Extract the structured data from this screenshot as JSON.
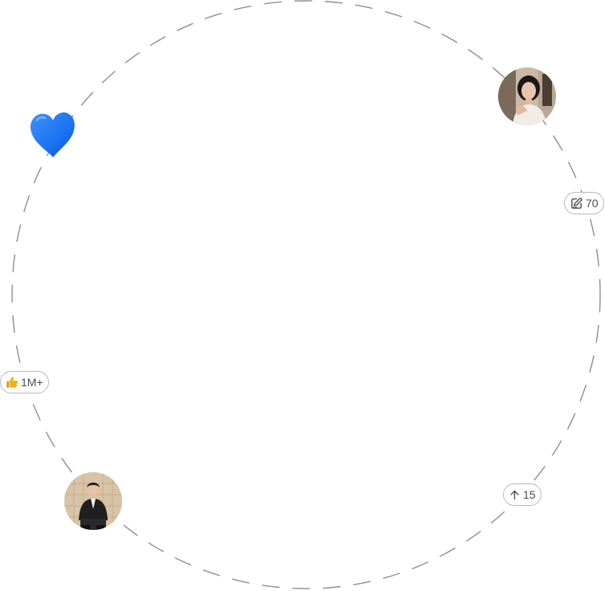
{
  "badges": {
    "comments": {
      "icon": "edit-icon",
      "count": "70"
    },
    "likes": {
      "icon": "thumbs-up-icon",
      "count": "1M+"
    },
    "upvotes": {
      "icon": "arrow-up-icon",
      "count": "15"
    }
  },
  "decor": {
    "heart_icon": "blue-heart-icon",
    "heart_color": "#1a73f0"
  },
  "colors": {
    "orbit_dash": "#8f8f8f",
    "pill_border": "#b9b9b9",
    "pill_text": "#4d4d4d",
    "thumbs_up": "#f2b21c"
  }
}
